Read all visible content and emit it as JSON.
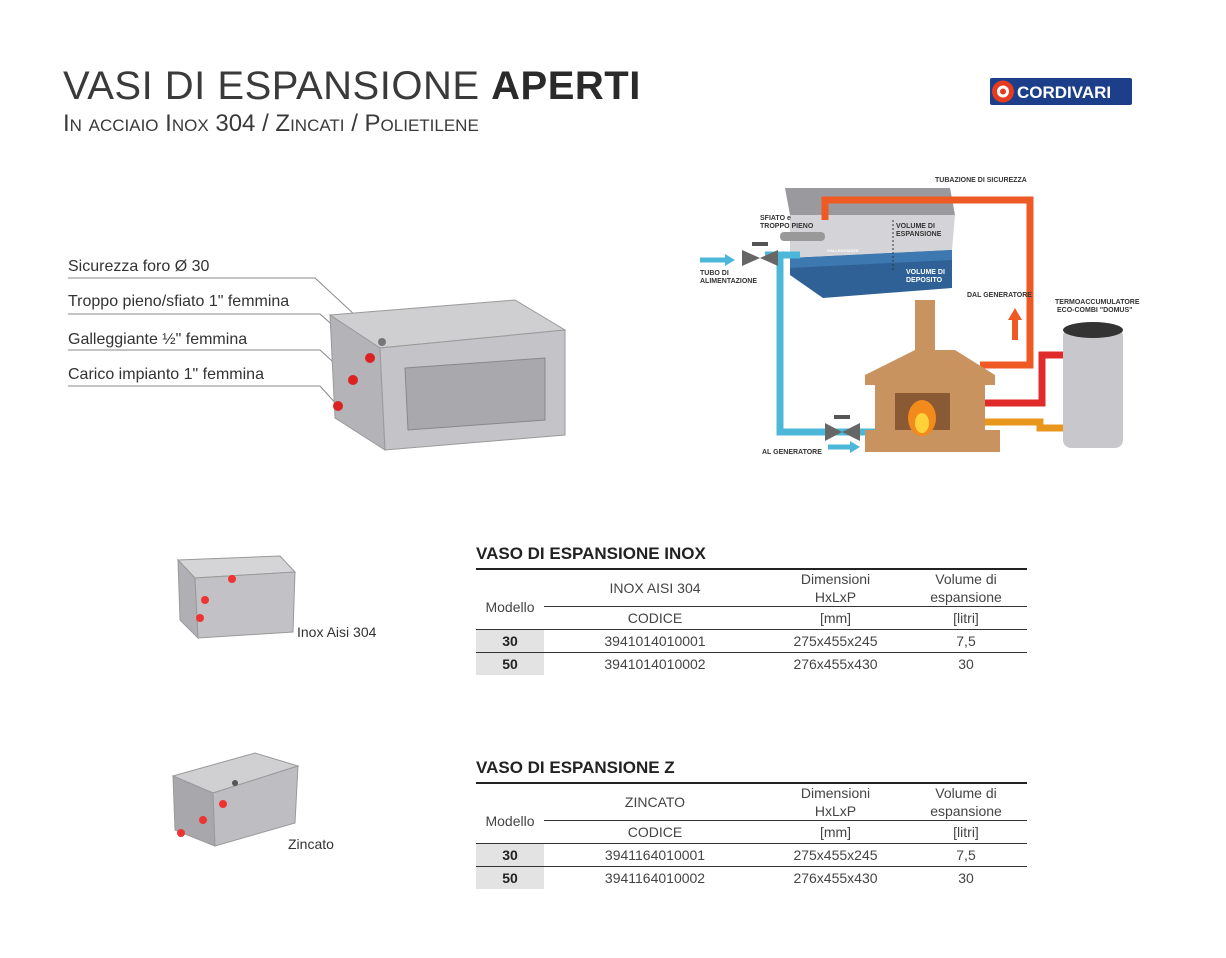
{
  "header": {
    "title_light": "VASI DI ESPANSIONE ",
    "title_bold": "APERTI",
    "subtitle": "In acciaio Inox 304 / Zincati / Polietilene",
    "logo": "CORDIVARI"
  },
  "tank_labels": [
    "Sicurezza foro Ø 30",
    "Troppo pieno/sfiato 1\" femmina",
    "Galleggiante ½\" femmina",
    "Carico impianto 1\" femmina"
  ],
  "diagram": {
    "tubazione": "TUBAZIONE DI SICUREZZA",
    "sfiato1": "SFIATO e",
    "sfiato2": "TROPPO PIENO",
    "vol_esp1": "VOLUME DI",
    "vol_esp2": "ESPANSIONE",
    "galleggiante": "GALLEGGIANTE",
    "vol_dep1": "VOLUME DI",
    "vol_dep2": "DEPOSITO",
    "tubo1": "TUBO DI",
    "tubo2": "ALIMENTAZIONE",
    "dal_gen": "DAL GENERATORE",
    "termo1": "TERMOACCUMULATORE",
    "termo2": "ECO-COMBI \"DOMUS\"",
    "al_gen": "AL GENERATORE"
  },
  "tables": [
    {
      "title": "VASO DI ESPANSIONE INOX",
      "caption": "Inox Aisi 304",
      "h_modello": "Modello",
      "h_material": "INOX AISI 304",
      "h_codice": "CODICE",
      "h_dim1": "Dimensioni",
      "h_dim2": "HxLxP",
      "h_dim3": "[mm]",
      "h_vol1": "Volume di",
      "h_vol2": "espansione",
      "h_vol3": "[litri]",
      "rows": [
        {
          "modello": "30",
          "codice": "3941014010001",
          "dim": "275x455x245",
          "vol": "7,5"
        },
        {
          "modello": "50",
          "codice": "3941014010002",
          "dim": "276x455x430",
          "vol": "30"
        }
      ]
    },
    {
      "title": "VASO DI ESPANSIONE Z",
      "caption": "Zincato",
      "h_modello": "Modello",
      "h_material": "ZINCATO",
      "h_codice": "CODICE",
      "h_dim1": "Dimensioni",
      "h_dim2": "HxLxP",
      "h_dim3": "[mm]",
      "h_vol1": "Volume di",
      "h_vol2": "espansione",
      "h_vol3": "[litri]",
      "rows": [
        {
          "modello": "30",
          "codice": "3941164010001",
          "dim": "275x455x245",
          "vol": "7,5"
        },
        {
          "modello": "50",
          "codice": "3941164010002",
          "dim": "276x455x430",
          "vol": "30"
        }
      ]
    }
  ]
}
